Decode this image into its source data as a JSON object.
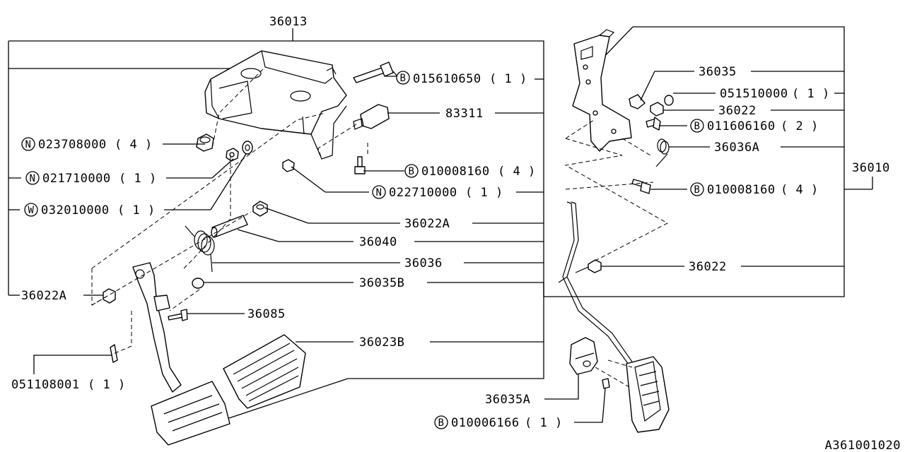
{
  "diagram_id": "A361001020",
  "assemblies": {
    "brake_pedal_assembly": "36013",
    "accelerator_pedal_assembly": "36010"
  },
  "left_callouts": [
    {
      "id": "c-015610650",
      "prefix": "B",
      "part": "015610650",
      "qty": "( 1  )"
    },
    {
      "id": "c-83311",
      "prefix": "",
      "part": "83311",
      "qty": ""
    },
    {
      "id": "c-023708000",
      "prefix": "N",
      "part": "023708000",
      "qty": "( 4  )"
    },
    {
      "id": "c-010008160a",
      "prefix": "B",
      "part": "010008160",
      "qty": "( 4  )"
    },
    {
      "id": "c-021710000",
      "prefix": "N",
      "part": "021710000",
      "qty": "( 1  )"
    },
    {
      "id": "c-022710000",
      "prefix": "N",
      "part": "022710000",
      "qty": "( 1  )"
    },
    {
      "id": "c-032010000",
      "prefix": "W",
      "part": "032010000",
      "qty": "( 1  )"
    },
    {
      "id": "c-36022A-top",
      "prefix": "",
      "part": "36022A",
      "qty": ""
    },
    {
      "id": "c-36040",
      "prefix": "",
      "part": "36040",
      "qty": ""
    },
    {
      "id": "c-36036",
      "prefix": "",
      "part": "36036",
      "qty": ""
    },
    {
      "id": "c-36035B",
      "prefix": "",
      "part": "36035B",
      "qty": ""
    },
    {
      "id": "c-36022A-left",
      "prefix": "",
      "part": "36022A",
      "qty": ""
    },
    {
      "id": "c-36085",
      "prefix": "",
      "part": "36085",
      "qty": ""
    },
    {
      "id": "c-36023B",
      "prefix": "",
      "part": "36023B",
      "qty": ""
    },
    {
      "id": "c-051108001",
      "prefix": "",
      "part": "051108001",
      "qty": "( 1  )"
    }
  ],
  "right_callouts": [
    {
      "id": "c-36035",
      "prefix": "",
      "part": "36035",
      "qty": ""
    },
    {
      "id": "c-051510000",
      "prefix": "",
      "part": "051510000",
      "qty": "( 1  )"
    },
    {
      "id": "c-36022-top",
      "prefix": "",
      "part": "36022",
      "qty": ""
    },
    {
      "id": "c-011606160",
      "prefix": "B",
      "part": "011606160",
      "qty": "( 2  )"
    },
    {
      "id": "c-36036A",
      "prefix": "",
      "part": "36036A",
      "qty": ""
    },
    {
      "id": "c-010008160b",
      "prefix": "B",
      "part": "010008160",
      "qty": "( 4  )"
    },
    {
      "id": "c-36022-mid",
      "prefix": "",
      "part": "36022",
      "qty": ""
    },
    {
      "id": "c-36035A",
      "prefix": "",
      "part": "36035A",
      "qty": ""
    },
    {
      "id": "c-010006166",
      "prefix": "B",
      "part": "010006166",
      "qty": "( 1  )"
    }
  ]
}
